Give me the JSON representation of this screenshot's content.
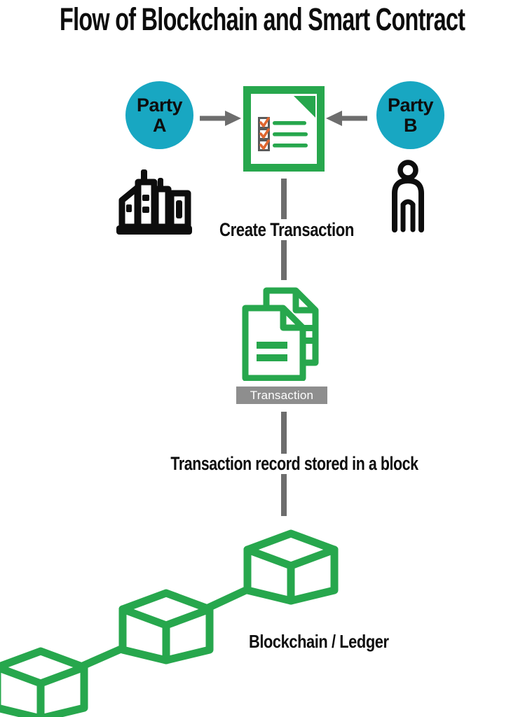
{
  "title": "Flow of Blockchain and Smart Contract",
  "party_a": {
    "line1": "Party",
    "line2": "A"
  },
  "party_b": {
    "line1": "Party",
    "line2": "B"
  },
  "steps": {
    "create_transaction": "Create Transaction",
    "transaction_badge": "Transaction",
    "stored_in_block": "Transaction record stored in a block",
    "blockchain_ledger": "Blockchain / Ledger"
  },
  "icons": {
    "contract": "checklist-document-icon",
    "party_a_entity": "organization-buildings-icon",
    "party_b_entity": "person-icon",
    "transaction": "transaction-documents-icon",
    "chain": "blockchain-cubes-icon",
    "arrow_a": "arrow-right-icon",
    "arrow_b": "arrow-left-icon"
  },
  "colors": {
    "green": "#27a74d",
    "teal": "#18a7c2",
    "connector_gray": "#6d6d6d",
    "badge_gray": "#8e8e8e",
    "check_orange": "#e0662f",
    "checkbox_border_gray": "#5a5a5a",
    "text_black": "#0d0d0d"
  }
}
